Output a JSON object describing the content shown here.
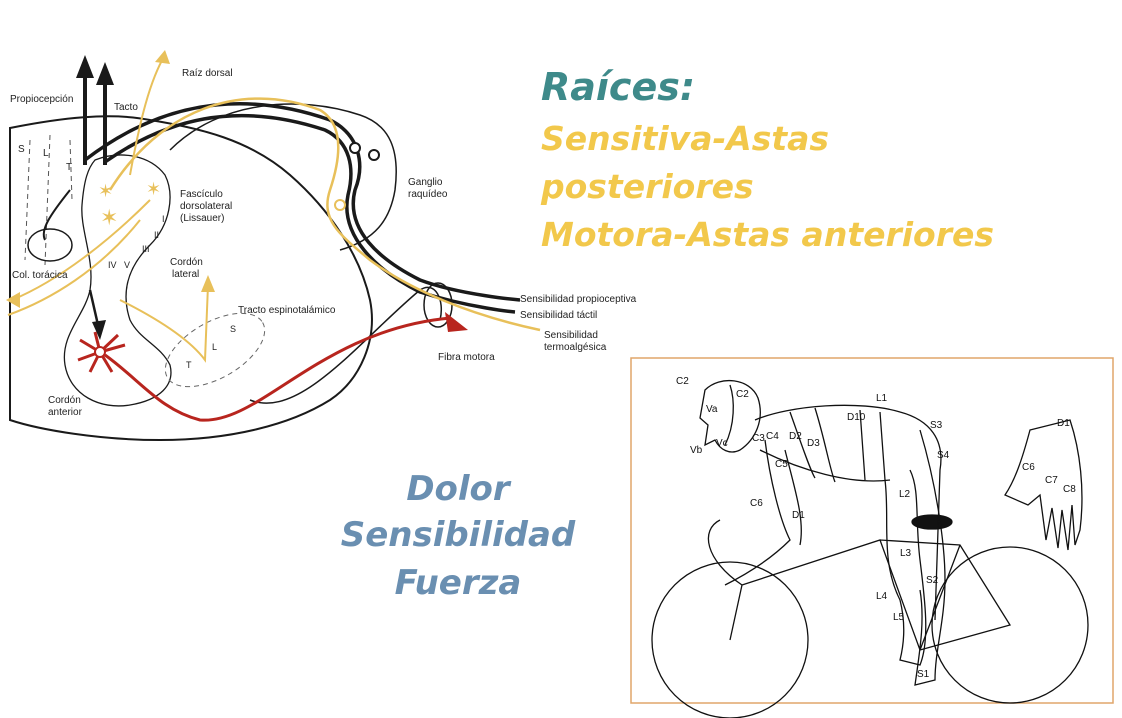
{
  "colors": {
    "title": "#3e8a8a",
    "yellow": "#f2c84b",
    "blue": "#6a8fb1",
    "red": "#b8251e",
    "frame": "#e0a56a",
    "line": "#1a1a1a"
  },
  "right_text": {
    "title": "Raíces:",
    "line1": "Sensitiva-Astas",
    "line2": "posteriores",
    "line3": "Motora-Astas anteriores"
  },
  "left_text": {
    "line1": "Dolor",
    "line2": "Sensibilidad",
    "line3": "Fuerza"
  },
  "spinal": {
    "propiocepcion": "Propiocepción",
    "tacto": "Tacto",
    "raiz_dorsal": "Raíz dorsal",
    "s": "S",
    "l": "L",
    "t": "T",
    "fasciculo1": "Fascículo",
    "fasciculo2": "dorsolateral",
    "fasciculo3": "(Lissauer)",
    "ganglio1": "Ganglio",
    "ganglio2": "raquídeo",
    "lam_i": "I",
    "lam_ii": "II",
    "lam_iii": "III",
    "lam_iv": "IV",
    "lam_v": "V",
    "col_toracica": "Col. torácica",
    "cordon_lat1": "Cordón",
    "cordon_lat2": "lateral",
    "tracto": "Tracto espinotalámico",
    "sens_prop": "Sensibilidad propioceptiva",
    "sens_tactil": "Sensibilidad táctil",
    "sens_termo1": "Sensibilidad",
    "sens_termo2": "termoalgésica",
    "fibra": "Fibra motora",
    "cordon_ant1": "Cordón",
    "cordon_ant2": "anterior",
    "t2": "T",
    "l2": "L",
    "s2": "S"
  },
  "bike": {
    "c2a": "C2",
    "c2b": "C2",
    "va": "Va",
    "vb": "Vb",
    "vc": "Vc",
    "c3": "C3",
    "c4": "C4",
    "d2": "D2",
    "d3": "D3",
    "c5": "C5",
    "d10": "D10",
    "l1": "L1",
    "s3": "S3",
    "s4": "S4",
    "l2": "L2",
    "c6": "C6",
    "d1": "D1",
    "l3": "L3",
    "s2": "S2",
    "l4": "L4",
    "l5": "L5",
    "s1": "S1"
  },
  "hand": {
    "d1": "D1",
    "c6": "C6",
    "c7": "C7",
    "c8": "C8"
  }
}
